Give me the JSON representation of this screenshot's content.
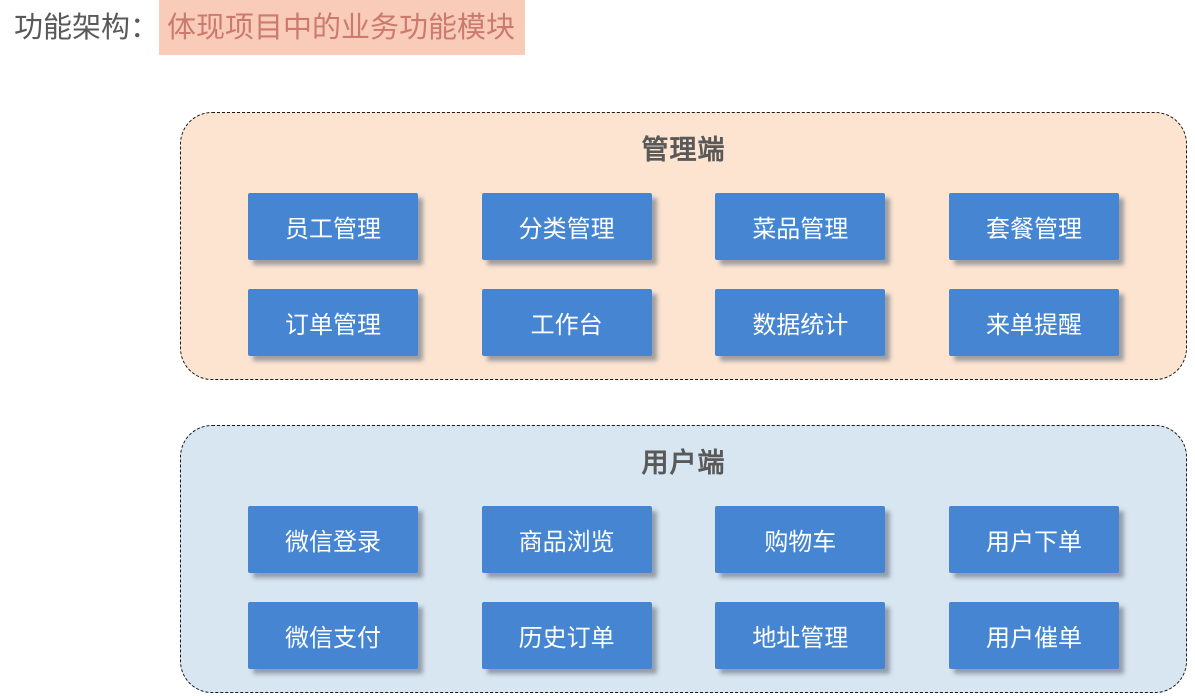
{
  "title": {
    "prefix": "功能架构：",
    "highlight": "体现项目中的业务功能模块"
  },
  "colors": {
    "title_text": "#595959",
    "highlight_bg": "#f9ccba",
    "highlight_text": "#cd7a6e",
    "admin_panel_bg": "#fce4d0",
    "user_panel_bg": "#d8e6f2",
    "module_button_bg": "#4585d2",
    "module_button_text": "#ffffff",
    "panel_border": "#1a1a1a"
  },
  "panels": [
    {
      "label": "管理端",
      "modules": [
        "员工管理",
        "分类管理",
        "菜品管理",
        "套餐管理",
        "订单管理",
        "工作台",
        "数据统计",
        "来单提醒"
      ]
    },
    {
      "label": "用户端",
      "modules": [
        "微信登录",
        "商品浏览",
        "购物车",
        "用户下单",
        "微信支付",
        "历史订单",
        "地址管理",
        "用户催单"
      ]
    }
  ]
}
